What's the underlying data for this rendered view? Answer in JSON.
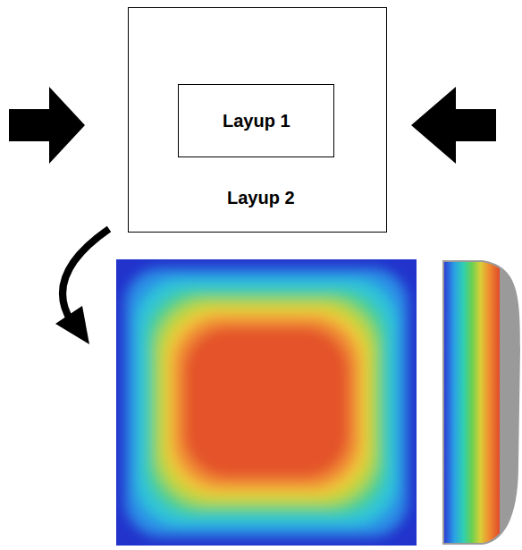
{
  "diagram": {
    "nodes": [
      {
        "text": [
          "Layup 2"
        ]
      },
      {
        "text": [
          "Layup 1"
        ],
        "in": 0
      }
    ]
  }
}
